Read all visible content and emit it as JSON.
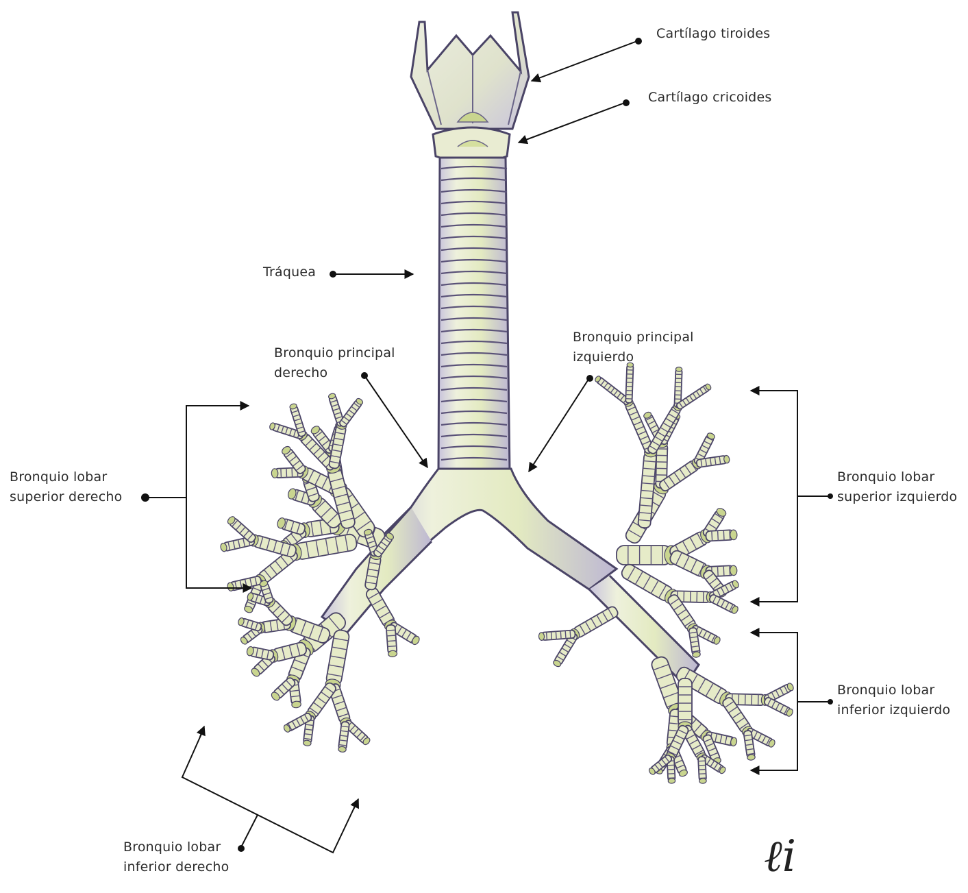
{
  "labels": {
    "cartilago_tiroides": "Cartílago tiroides",
    "cartilago_cricoides": "Cartílago cricoides",
    "traquea": "Tráquea",
    "bronquio_principal_izquierdo": [
      "Bronquio principal",
      "izquierdo"
    ],
    "bronquio_principal_derecho": [
      "Bronquio principal",
      "derecho"
    ],
    "bronquio_lobar_superior_derecho": [
      "Bronquio lobar",
      "superior derecho"
    ],
    "bronquio_lobar_superior_izquierdo": [
      "Bronquio lobar",
      "superior izquierdo"
    ],
    "bronquio_lobar_inferior_izquierdo": [
      "Bronquio lobar",
      "inferior izquierdo"
    ],
    "bronquio_lobar_inferior_derecho": [
      "Bronquio lobar",
      "inferior derecho"
    ]
  },
  "signature": "ℓi",
  "colors": {
    "cartilage_fill": "#e6ebc8",
    "cartilage_shade": "#c9d58f",
    "outline": "#4a4466",
    "ring_line": "#5a5278",
    "shadow": "#b7b2cc",
    "leader": "#111111"
  }
}
